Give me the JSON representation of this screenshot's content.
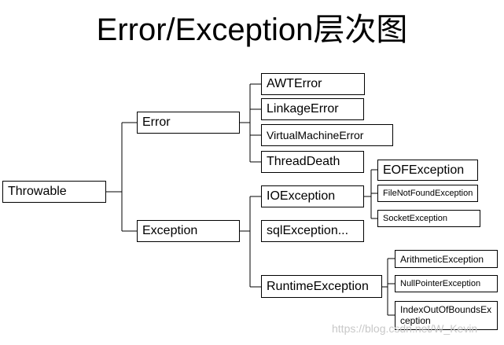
{
  "title": "Error/Exception层次图",
  "nodes": {
    "throwable": "Throwable",
    "error": "Error",
    "exception": "Exception",
    "awt_error": "AWTError",
    "linkage_error": "LinkageError",
    "virtual_machine_error": "VirtualMachineError",
    "thread_death": "ThreadDeath",
    "io_exception": "IOException",
    "sql_exception": "sqlException...",
    "runtime_exception": "RuntimeException",
    "eof_exception": "EOFException",
    "file_not_found_exception": "FileNotFoundException",
    "socket_exception": "SocketException",
    "arithmetic_exception": "ArithmeticException",
    "null_pointer_exception": "NullPointerException",
    "index_out_of_bounds_exception": "IndexOutOfBoundsException"
  },
  "watermark": "https://blog.csdn.net/W_Kevin"
}
